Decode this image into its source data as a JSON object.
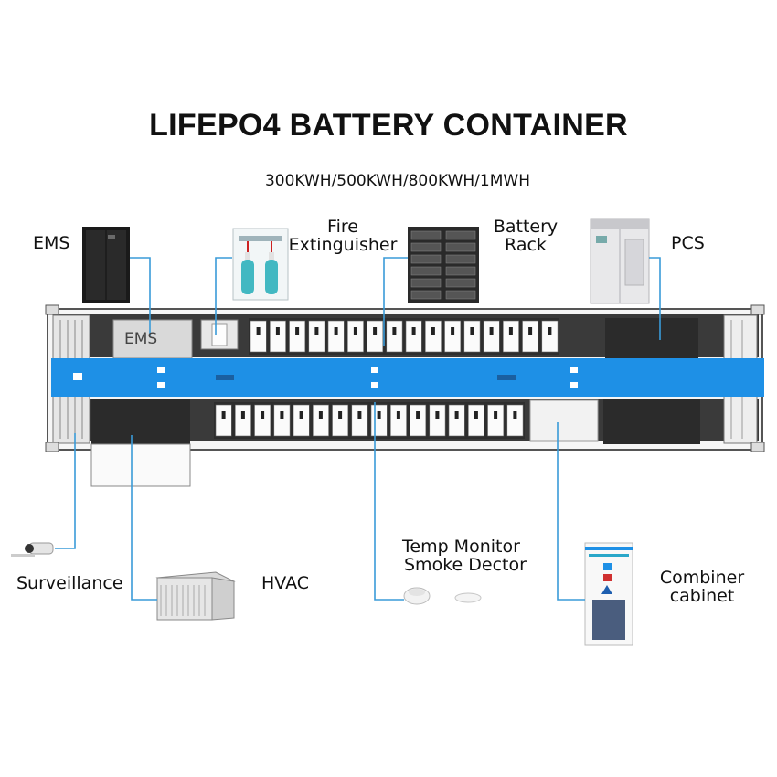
{
  "title": "LIFEPO4 BATTERY CONTAINER",
  "subtitle": "300KWH/500KWH/800KWH/1MWH",
  "colors": {
    "accent_blue": "#1e90e6",
    "connector_line": "#3a9bd8",
    "cabinet_dark": "#2b2b2b"
  },
  "labels": {
    "ems": "EMS",
    "fire_line1": "Fire",
    "fire_line2": "Extinguisher",
    "battery_line1": "Battery",
    "battery_line2": "Rack",
    "pcs": "PCS",
    "surveillance": "Surveillance",
    "hvac": "HVAC",
    "temp_line1": "Temp Monitor",
    "temp_line2": "Smoke Dector",
    "combiner_line1": "Combiner",
    "combiner_line2": "cabinet"
  },
  "container": {
    "ems_panel_label": "EMS"
  }
}
